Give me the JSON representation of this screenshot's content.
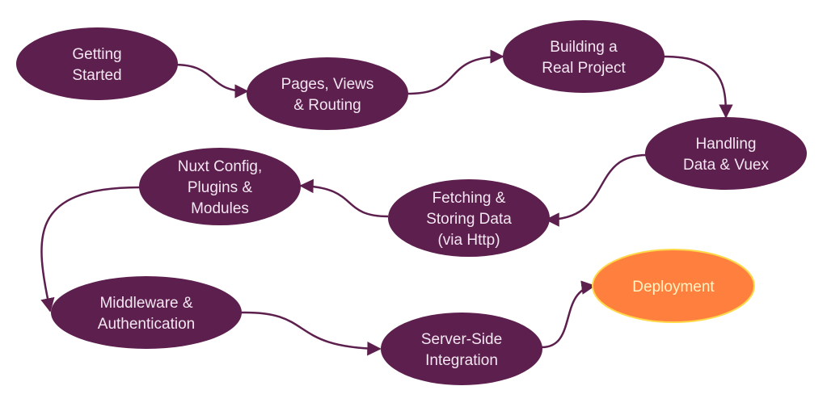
{
  "colors": {
    "node_fill": "#5c1f4e",
    "node_text": "#f3e6f0",
    "final_fill": "#ff7f3f",
    "final_stroke": "#ffd84a",
    "final_text": "#fff4c2",
    "connector": "#5c1f4e",
    "background": "#ffffff"
  },
  "nodes": [
    {
      "id": "getting-started",
      "lines": [
        "Getting",
        "Started"
      ]
    },
    {
      "id": "pages-views-routing",
      "lines": [
        "Pages, Views",
        "& Routing"
      ]
    },
    {
      "id": "building-real-project",
      "lines": [
        "Building a",
        "Real Project"
      ]
    },
    {
      "id": "handling-data-vuex",
      "lines": [
        "Handling",
        "Data & Vuex"
      ]
    },
    {
      "id": "fetching-storing-data",
      "lines": [
        "Fetching &",
        "Storing Data",
        "(via Http)"
      ]
    },
    {
      "id": "nuxt-config-plugins-modules",
      "lines": [
        "Nuxt Config,",
        "Plugins &",
        "Modules"
      ]
    },
    {
      "id": "middleware-authentication",
      "lines": [
        "Middleware &",
        "Authentication"
      ]
    },
    {
      "id": "server-side-integration",
      "lines": [
        "Server-Side",
        "Integration"
      ]
    },
    {
      "id": "deployment",
      "lines": [
        "Deployment"
      ],
      "highlight": true
    }
  ],
  "edges": [
    [
      "getting-started",
      "pages-views-routing"
    ],
    [
      "pages-views-routing",
      "building-real-project"
    ],
    [
      "building-real-project",
      "handling-data-vuex"
    ],
    [
      "handling-data-vuex",
      "fetching-storing-data"
    ],
    [
      "fetching-storing-data",
      "nuxt-config-plugins-modules"
    ],
    [
      "nuxt-config-plugins-modules",
      "middleware-authentication"
    ],
    [
      "middleware-authentication",
      "server-side-integration"
    ],
    [
      "server-side-integration",
      "deployment"
    ]
  ]
}
